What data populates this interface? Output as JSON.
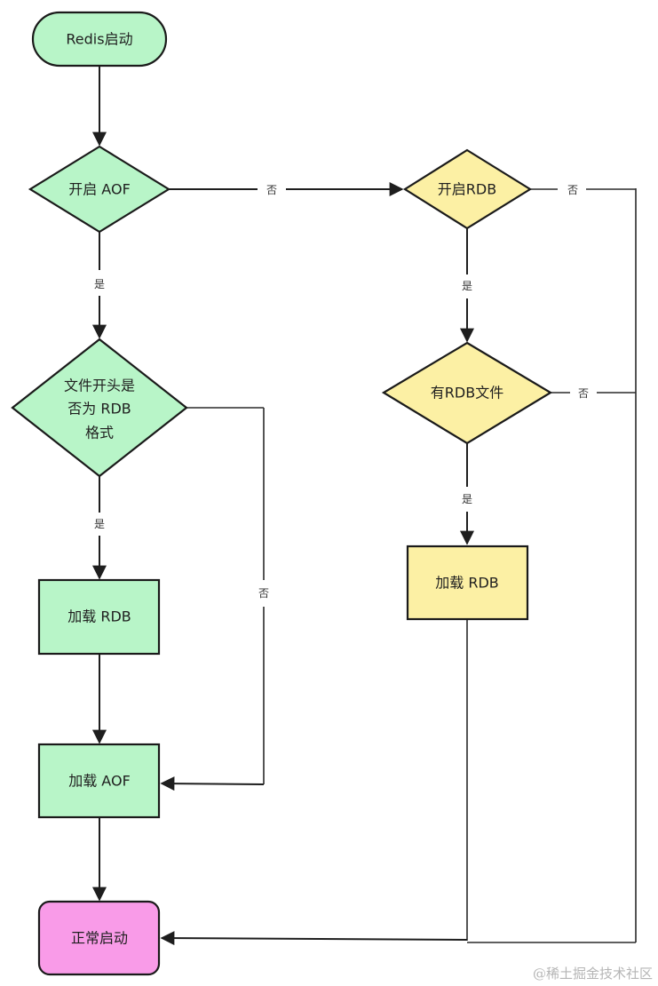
{
  "colors": {
    "green_fill": "#b8f5c8",
    "yellow_fill": "#fcf0a4",
    "pink_fill": "#f99be8",
    "stroke": "#1a1a1a",
    "label_bg": "#ffffff"
  },
  "nodes": {
    "start": {
      "label": "Redis启动",
      "shape": "terminator",
      "color": "green"
    },
    "aof_enabled": {
      "label": "开启 AOF",
      "shape": "decision",
      "color": "green"
    },
    "rdb_enabled": {
      "label": "开启RDB",
      "shape": "decision",
      "color": "yellow"
    },
    "file_header_rdb": {
      "lines": [
        "文件开头是",
        "否为 RDB",
        "格式"
      ],
      "shape": "decision",
      "color": "green"
    },
    "has_rdb_file": {
      "label": "有RDB文件",
      "shape": "decision",
      "color": "yellow"
    },
    "load_rdb_left": {
      "label": "加载 RDB",
      "shape": "process",
      "color": "green"
    },
    "load_rdb_right": {
      "label": "加载 RDB",
      "shape": "process",
      "color": "yellow"
    },
    "load_aof": {
      "label": "加载 AOF",
      "shape": "process",
      "color": "green"
    },
    "normal_start": {
      "label": "正常启动",
      "shape": "terminator",
      "color": "pink"
    }
  },
  "edges": [
    {
      "from": "start",
      "to": "aof_enabled",
      "label": ""
    },
    {
      "from": "aof_enabled",
      "to": "rdb_enabled",
      "label": "否"
    },
    {
      "from": "aof_enabled",
      "to": "file_header_rdb",
      "label": "是"
    },
    {
      "from": "rdb_enabled",
      "to": "has_rdb_file",
      "label": "是"
    },
    {
      "from": "rdb_enabled",
      "to": "normal_start",
      "label": "否"
    },
    {
      "from": "has_rdb_file",
      "to": "load_rdb_right",
      "label": "是"
    },
    {
      "from": "has_rdb_file",
      "to": "normal_start",
      "label": "否"
    },
    {
      "from": "file_header_rdb",
      "to": "load_rdb_left",
      "label": "是"
    },
    {
      "from": "file_header_rdb",
      "to": "load_aof",
      "label": "否"
    },
    {
      "from": "load_rdb_left",
      "to": "load_aof",
      "label": ""
    },
    {
      "from": "load_aof",
      "to": "normal_start",
      "label": ""
    },
    {
      "from": "load_rdb_right",
      "to": "normal_start",
      "label": ""
    }
  ],
  "labels": {
    "yes": "是",
    "no": "否"
  },
  "watermark": "@稀土掘金技术社区"
}
